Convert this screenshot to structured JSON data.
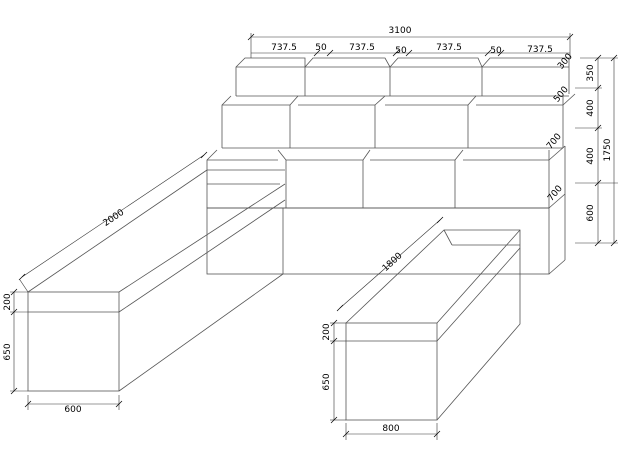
{
  "drawing": {
    "top_dims": {
      "overall": "3100",
      "segments": [
        "737.5",
        "50",
        "737.5",
        "50",
        "737.5",
        "50",
        "737.5"
      ]
    },
    "right_dims": {
      "overall": "1750",
      "tiers": [
        "350",
        "400",
        "400",
        "600"
      ],
      "depths": [
        "300",
        "500",
        "700",
        "700"
      ]
    },
    "left_planter": {
      "length": "2000",
      "top": "200",
      "height": "650",
      "width": "600"
    },
    "right_planter": {
      "length": "1800",
      "top": "200",
      "height": "650",
      "width": "800"
    }
  }
}
